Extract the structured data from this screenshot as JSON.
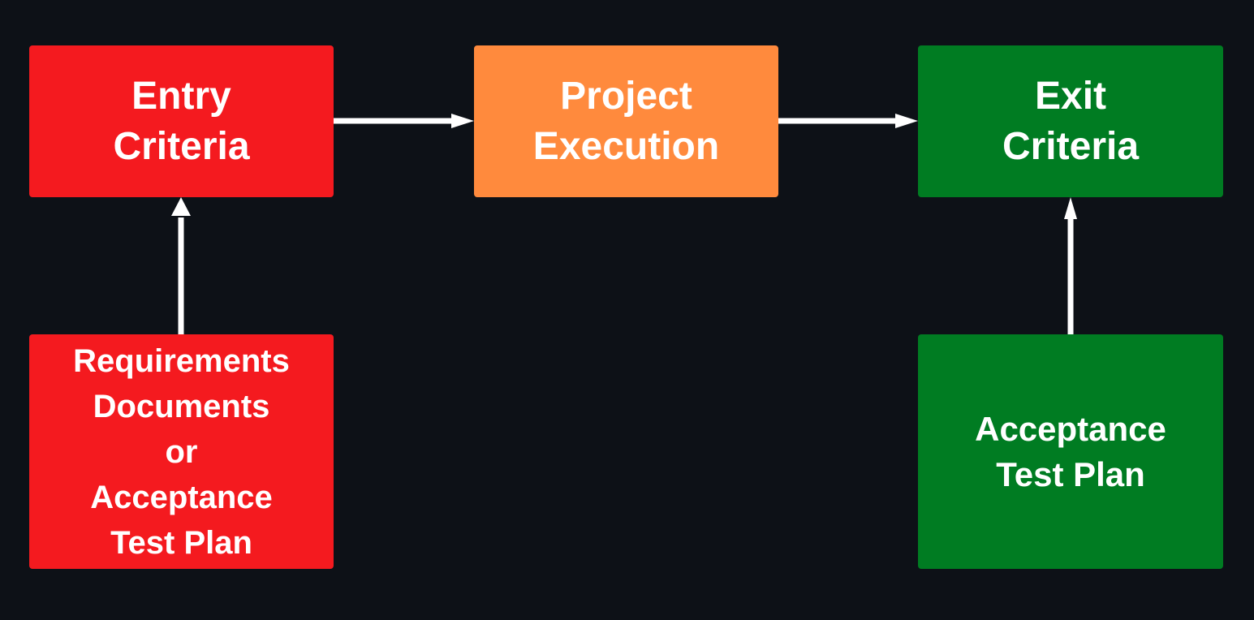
{
  "colors": {
    "background": "#0d1117",
    "entry": "#f41a1f",
    "execution": "#ff8a3d",
    "exit": "#007c22",
    "arrow": "#ffffff",
    "text": "#ffffff"
  },
  "nodes": {
    "entry_criteria": {
      "lines": [
        "Entry",
        "Criteria"
      ]
    },
    "project_execution": {
      "lines": [
        "Project",
        "Execution"
      ]
    },
    "exit_criteria": {
      "lines": [
        "Exit",
        "Criteria"
      ]
    },
    "requirements": {
      "lines": [
        "Requirements",
        "Documents",
        "or",
        "Acceptance",
        "Test Plan"
      ]
    },
    "acceptance_test_plan": {
      "lines": [
        "Acceptance",
        "Test Plan"
      ]
    }
  },
  "edges": [
    {
      "from": "entry_criteria",
      "to": "project_execution"
    },
    {
      "from": "project_execution",
      "to": "exit_criteria"
    },
    {
      "from": "requirements",
      "to": "entry_criteria"
    },
    {
      "from": "acceptance_test_plan",
      "to": "exit_criteria"
    }
  ]
}
